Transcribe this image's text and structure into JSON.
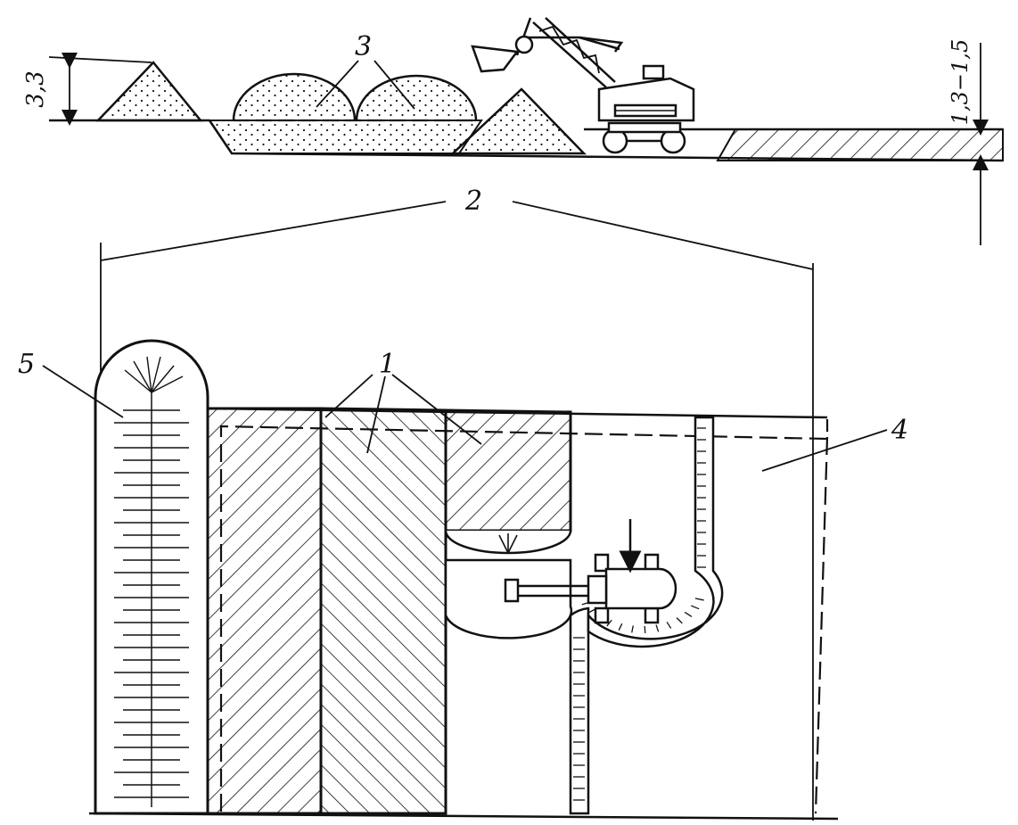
{
  "labels": {
    "dim_height": "3,3",
    "dim_depth": "1,3−1,5",
    "callout_1": "1",
    "callout_2": "2",
    "callout_3": "3",
    "callout_4": "4",
    "callout_5": "5"
  },
  "icons": [
    "excavator-icon",
    "bulldozer-icon",
    "arrow-down-icon"
  ],
  "colors": {
    "ink": "#111111",
    "paper": "#ffffff"
  }
}
